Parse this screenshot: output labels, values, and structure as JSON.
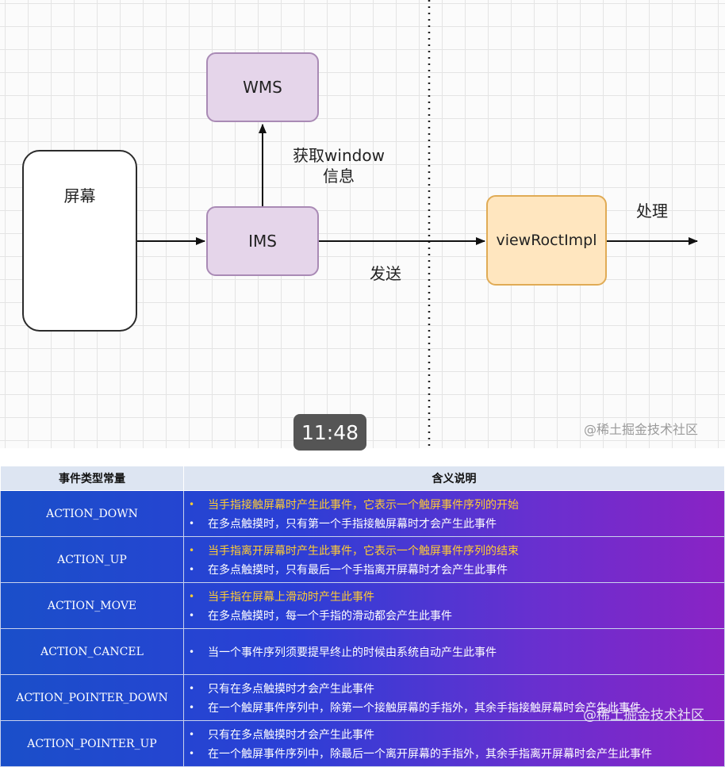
{
  "diagram": {
    "nodes": {
      "screen": "屏幕",
      "wms": "WMS",
      "ims": "IMS",
      "view_root": "viewRoctImpl"
    },
    "edge_labels": {
      "get_window_line1": "获取window",
      "get_window_line2": "信息",
      "send": "发送",
      "handle": "处理"
    },
    "timestamp": "11:48",
    "watermark": "@稀土掘金技术社区",
    "colors": {
      "purple_fill": "#e5d5ea",
      "orange_fill": "#ffe6bf"
    }
  },
  "table": {
    "headers": [
      "事件类型常量",
      "含义说明"
    ],
    "rows": [
      {
        "name": "ACTION_DOWN",
        "lines": [
          {
            "text": "当手指接触屏幕时产生此事件，它表示一个触屏事件序列的开始",
            "highlight": true
          },
          {
            "text": "在多点触摸时，只有第一个手指接触屏幕时才会产生此事件",
            "highlight": false
          }
        ]
      },
      {
        "name": "ACTION_UP",
        "lines": [
          {
            "text": "当手指离开屏幕时产生此事件，它表示一个触屏事件序列的结束",
            "highlight": true
          },
          {
            "text": "在多点触摸时，只有最后一个手指离开屏幕时才会产生此事件",
            "highlight": false
          }
        ]
      },
      {
        "name": "ACTION_MOVE",
        "lines": [
          {
            "text": "当手指在屏幕上滑动时产生此事件",
            "highlight": true
          },
          {
            "text": "在多点触摸时，每一个手指的滑动都会产生此事件",
            "highlight": false
          }
        ]
      },
      {
        "name": "ACTION_CANCEL",
        "lines": [
          {
            "text": "当一个事件序列须要提早终止的时候由系统自动产生此事件",
            "highlight": false
          }
        ]
      },
      {
        "name": "ACTION_POINTER_DOWN",
        "lines": [
          {
            "text": "只有在多点触摸时才会产生此事件",
            "highlight": false
          },
          {
            "text": "在一个触屏事件序列中，除第一个接触屏幕的手指外，其余手指接触屏幕时会产生此事件",
            "highlight": false
          }
        ]
      },
      {
        "name": "ACTION_POINTER_UP",
        "lines": [
          {
            "text": "只有在多点触摸时才会产生此事件",
            "highlight": false
          },
          {
            "text": "在一个触屏事件序列中，除最后一个离开屏幕的手指外，其余手指离开屏幕时会产生此事件",
            "highlight": false
          }
        ]
      }
    ],
    "watermark": "@稀土掘金技术社区"
  }
}
